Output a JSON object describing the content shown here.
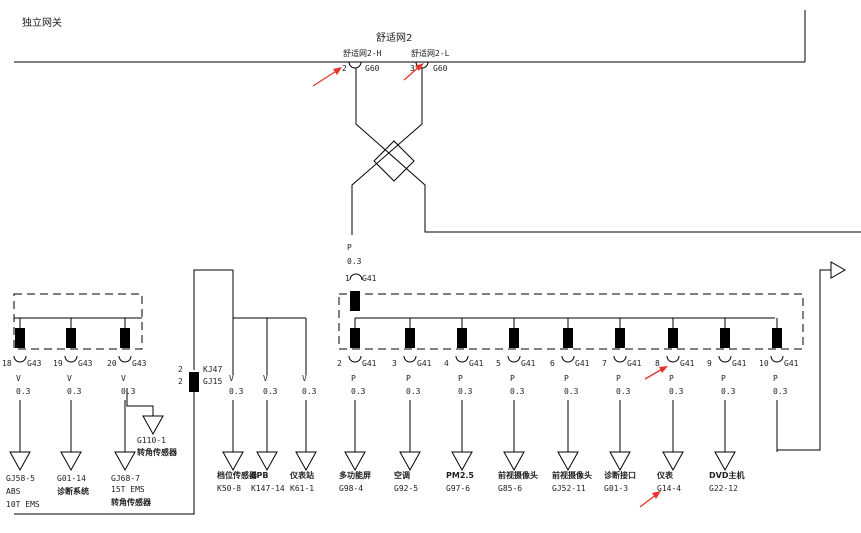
{
  "header": {
    "gateway_label": "独立网关",
    "bus_label": "舒适网2",
    "pin_h_label": "舒适网2-H",
    "pin_l_label": "舒适网2-L",
    "pin_h_num": "2",
    "pin_l_num": "3",
    "g60": "G60"
  },
  "splice": {
    "p": "P",
    "size": "0.3",
    "pin": "1",
    "code": "G41"
  },
  "left_connectors": [
    {
      "pin": "18",
      "code": "G43",
      "wire": "V",
      "size": "0.3"
    },
    {
      "pin": "19",
      "code": "G43",
      "wire": "V",
      "size": "0.3"
    },
    {
      "pin": "20",
      "code": "G43",
      "wire": "V",
      "size": "0.3"
    }
  ],
  "kj47": {
    "l1": "2",
    "l2": "KJ47",
    "l3": "2",
    "l4": "GJ15"
  },
  "left_loads": [
    {
      "name": "",
      "code": "GJ58-5",
      "extra1": "ABS",
      "extra2": "10T EMS"
    },
    {
      "name": "诊断系统",
      "code": "G01-14",
      "extra1": "",
      "extra2": ""
    },
    {
      "name": "转角传感器",
      "code": "GJ68-7",
      "extra1": "15T EMS",
      "extra2": ""
    }
  ],
  "g110": {
    "code": "G110-1",
    "name": "转角传感器"
  },
  "v_branches": [
    {
      "wire": "V",
      "size": "0.3",
      "name": "档位传感器",
      "code": "K50-8"
    },
    {
      "wire": "V",
      "size": "0.3",
      "name": "EPB",
      "code": "K147-14"
    },
    {
      "wire": "V",
      "size": "0.3",
      "name": "仪表站",
      "code": "K61-1"
    }
  ],
  "right_connectors": [
    {
      "pin": "2",
      "code": "G41",
      "wire": "P",
      "size": "0.3",
      "name": "多功能屏",
      "lcode": "G98-4"
    },
    {
      "pin": "3",
      "code": "G41",
      "wire": "P",
      "size": "0.3",
      "name": "空调",
      "lcode": "G92-5"
    },
    {
      "pin": "4",
      "code": "G41",
      "wire": "P",
      "size": "0.3",
      "name": "PM2.5",
      "lcode": "G97-6"
    },
    {
      "pin": "5",
      "code": "G41",
      "wire": "P",
      "size": "0.3",
      "name": "前视摄像头",
      "lcode": "G85-6"
    },
    {
      "pin": "6",
      "code": "G41",
      "wire": "P",
      "size": "0.3",
      "name": "前视摄像头",
      "lcode": "GJ52-11"
    },
    {
      "pin": "7",
      "code": "G41",
      "wire": "P",
      "size": "0.3",
      "name": "诊断接口",
      "lcode": "G01-3"
    },
    {
      "pin": "8",
      "code": "G41",
      "wire": "P",
      "size": "0.3",
      "name": "仪表",
      "lcode": "G14-4"
    },
    {
      "pin": "9",
      "code": "G41",
      "wire": "P",
      "size": "0.3",
      "name": "DVD主机",
      "lcode": "G22-12"
    },
    {
      "pin": "10",
      "code": "G41",
      "wire": "P",
      "size": "0.3",
      "name": "",
      "lcode": ""
    }
  ]
}
